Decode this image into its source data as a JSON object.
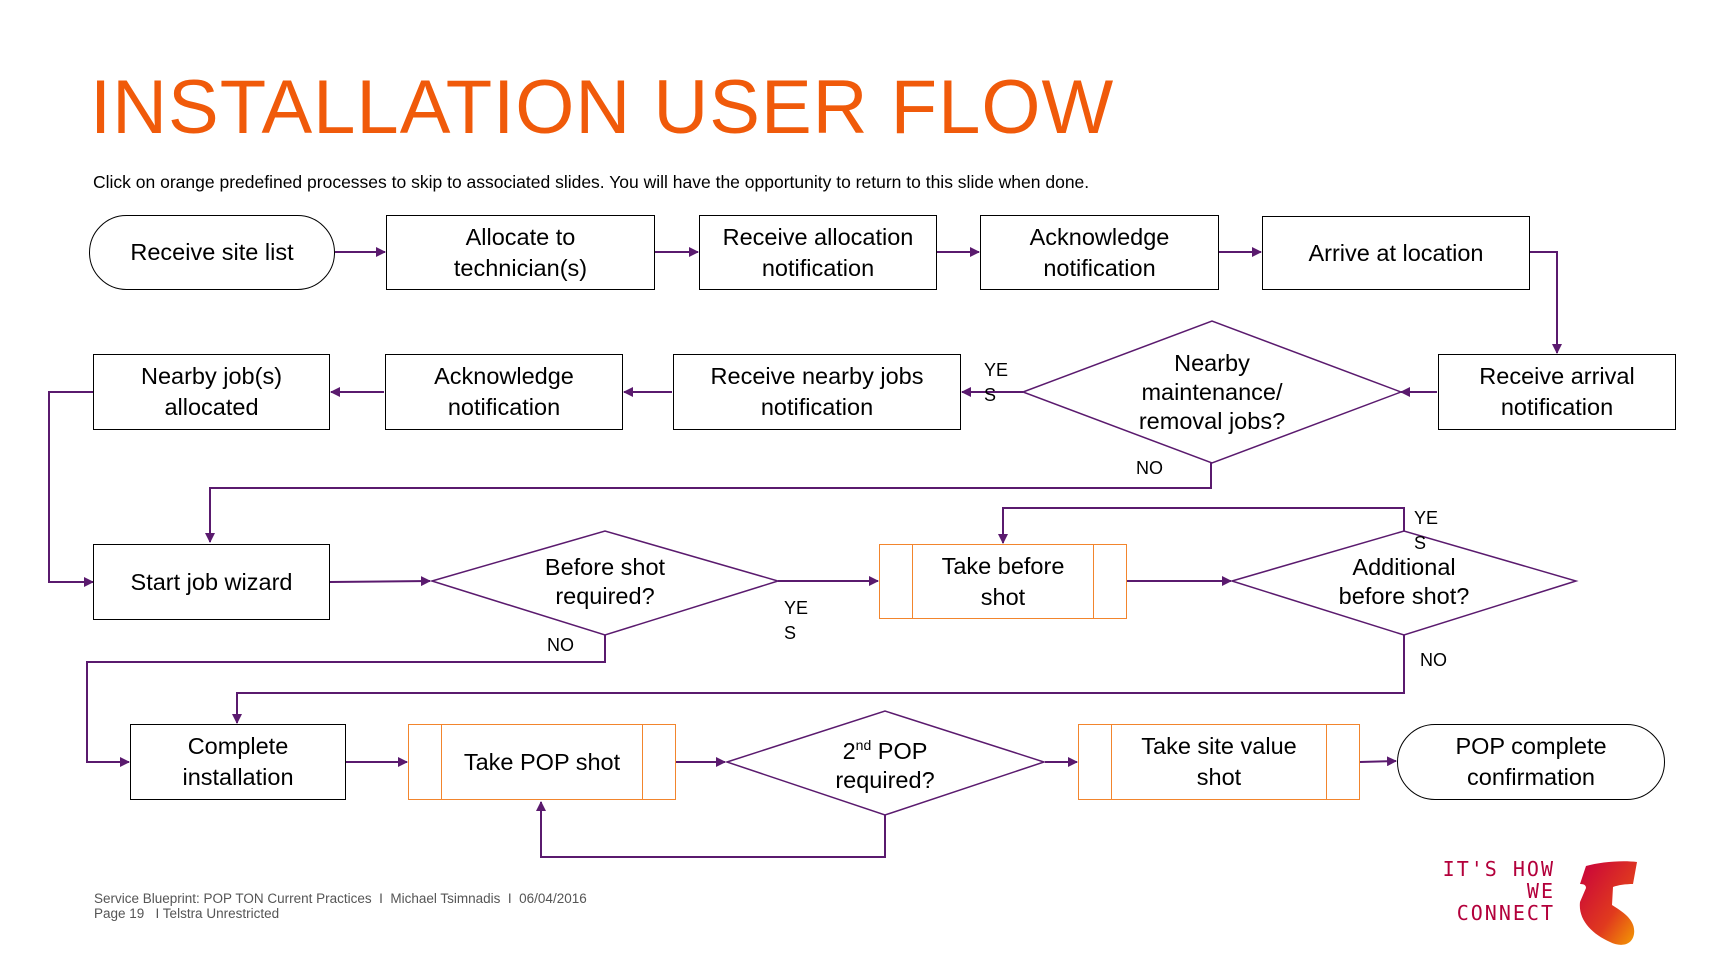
{
  "title": "INSTALLATION USER FLOW",
  "subtitle": "Click on orange predefined processes to skip to associated slides. You will have the opportunity to return to this slide when done.",
  "nodes": {
    "receive_site_list": "Receive site list",
    "allocate": [
      "Allocate to",
      "technician(s)"
    ],
    "receive_allocation": [
      "Receive allocation",
      "notification"
    ],
    "acknowledge1": [
      "Acknowledge",
      "notification"
    ],
    "arrive": "Arrive at location",
    "receive_arrival": [
      "Receive arrival",
      "notification"
    ],
    "nearby_decision": [
      "Nearby",
      "maintenance/",
      "removal jobs?"
    ],
    "receive_nearby": [
      "Receive nearby jobs",
      "notification"
    ],
    "acknowledge2": [
      "Acknowledge",
      "notification"
    ],
    "nearby_allocated": [
      "Nearby job(s)",
      "allocated"
    ],
    "start_wizard": "Start job wizard",
    "before_shot_decision": [
      "Before shot",
      "required?"
    ],
    "take_before_shot": [
      "Take before",
      "shot"
    ],
    "additional_decision": [
      "Additional",
      "before shot?"
    ],
    "complete_installation": [
      "Complete",
      "installation"
    ],
    "take_pop_shot": "Take POP shot",
    "pop2_decision_pre": "2",
    "pop2_decision_sup": "nd",
    "pop2_decision_post": " POP",
    "pop2_decision_line2": "required?",
    "take_site_value": [
      "Take site value",
      "shot"
    ],
    "pop_complete": [
      "POP complete",
      "confirmation"
    ]
  },
  "labels": {
    "yes1": [
      "YE",
      "S"
    ],
    "no1": "NO",
    "yes2": [
      "YE",
      "S"
    ],
    "no2": "NO",
    "yes3": [
      "YE",
      "S"
    ],
    "no3": "NO"
  },
  "footer": {
    "line1": "Service Blueprint: POP TON Current Practices  I  Michael Tsimnadis  I  06/04/2016",
    "line2": "Page 19   I Telstra Unrestricted"
  },
  "brand": {
    "tagline1": "IT'S HOW",
    "tagline2": "WE CONNECT",
    "logo_icon": "telstra-t-logo"
  },
  "colors": {
    "title": "#f05a0a",
    "connector": "#5a1a6e",
    "predefined_process": "#f2852d",
    "tagline": "#b3003b"
  }
}
